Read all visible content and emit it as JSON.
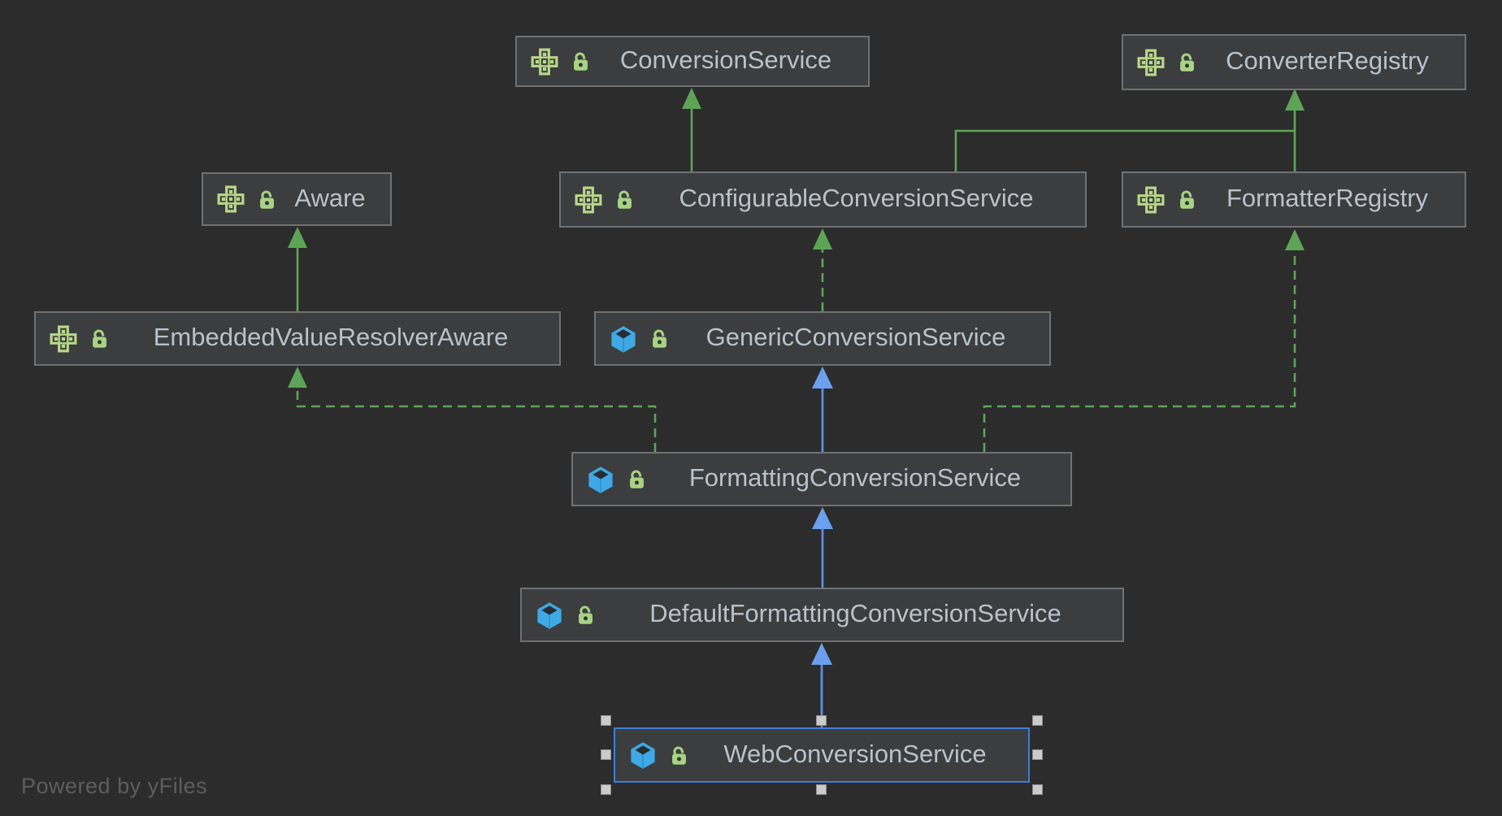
{
  "watermark": "Powered by yFiles",
  "diagram": {
    "nodes": {
      "conversion_service": {
        "label": "ConversionService",
        "kind": "interface",
        "locked": true
      },
      "converter_registry": {
        "label": "ConverterRegistry",
        "kind": "interface",
        "locked": true
      },
      "aware": {
        "label": "Aware",
        "kind": "interface",
        "locked": true
      },
      "configurable_conversion_service": {
        "label": "ConfigurableConversionService",
        "kind": "interface",
        "locked": true
      },
      "formatter_registry": {
        "label": "FormatterRegistry",
        "kind": "interface",
        "locked": true
      },
      "embedded_value_resolver_aware": {
        "label": "EmbeddedValueResolverAware",
        "kind": "interface",
        "locked": true
      },
      "generic_conversion_service": {
        "label": "GenericConversionService",
        "kind": "class",
        "locked": true
      },
      "formatting_conversion_service": {
        "label": "FormattingConversionService",
        "kind": "class",
        "locked": true
      },
      "default_formatting_conversion_service": {
        "label": "DefaultFormattingConversionService",
        "kind": "class",
        "locked": true
      },
      "web_conversion_service": {
        "label": "WebConversionService",
        "kind": "class",
        "locked": true,
        "selected": true
      }
    },
    "relationships": [
      {
        "from": "ConfigurableConversionService",
        "to": "ConversionService",
        "type": "extends",
        "style": "solid-green"
      },
      {
        "from": "ConfigurableConversionService",
        "to": "ConverterRegistry",
        "type": "extends",
        "style": "solid-green"
      },
      {
        "from": "FormatterRegistry",
        "to": "ConverterRegistry",
        "type": "extends",
        "style": "solid-green"
      },
      {
        "from": "EmbeddedValueResolverAware",
        "to": "Aware",
        "type": "extends",
        "style": "solid-green"
      },
      {
        "from": "GenericConversionService",
        "to": "ConfigurableConversionService",
        "type": "implements",
        "style": "dashed-green"
      },
      {
        "from": "FormattingConversionService",
        "to": "EmbeddedValueResolverAware",
        "type": "implements",
        "style": "dashed-green"
      },
      {
        "from": "FormattingConversionService",
        "to": "FormatterRegistry",
        "type": "implements",
        "style": "dashed-green"
      },
      {
        "from": "FormattingConversionService",
        "to": "GenericConversionService",
        "type": "extends",
        "style": "solid-blue"
      },
      {
        "from": "DefaultFormattingConversionService",
        "to": "FormattingConversionService",
        "type": "extends",
        "style": "solid-blue"
      },
      {
        "from": "WebConversionService",
        "to": "DefaultFormattingConversionService",
        "type": "extends",
        "style": "solid-blue"
      }
    ],
    "colors": {
      "canvas_background": "#2c2c2c",
      "node_background": "#3b3d3f",
      "node_border": "#6f7275",
      "node_text": "#b9c2cb",
      "edge_green": "#5da457",
      "edge_blue": "#5b8ee0",
      "selection_border": "#3e7ed9",
      "selection_handle": "#cbcbcb",
      "interface_icon": "#b9d788",
      "lock_icon": "#a8d383",
      "class_icon": "#3fa9e5",
      "watermark_text": "#5d5d5d"
    }
  }
}
